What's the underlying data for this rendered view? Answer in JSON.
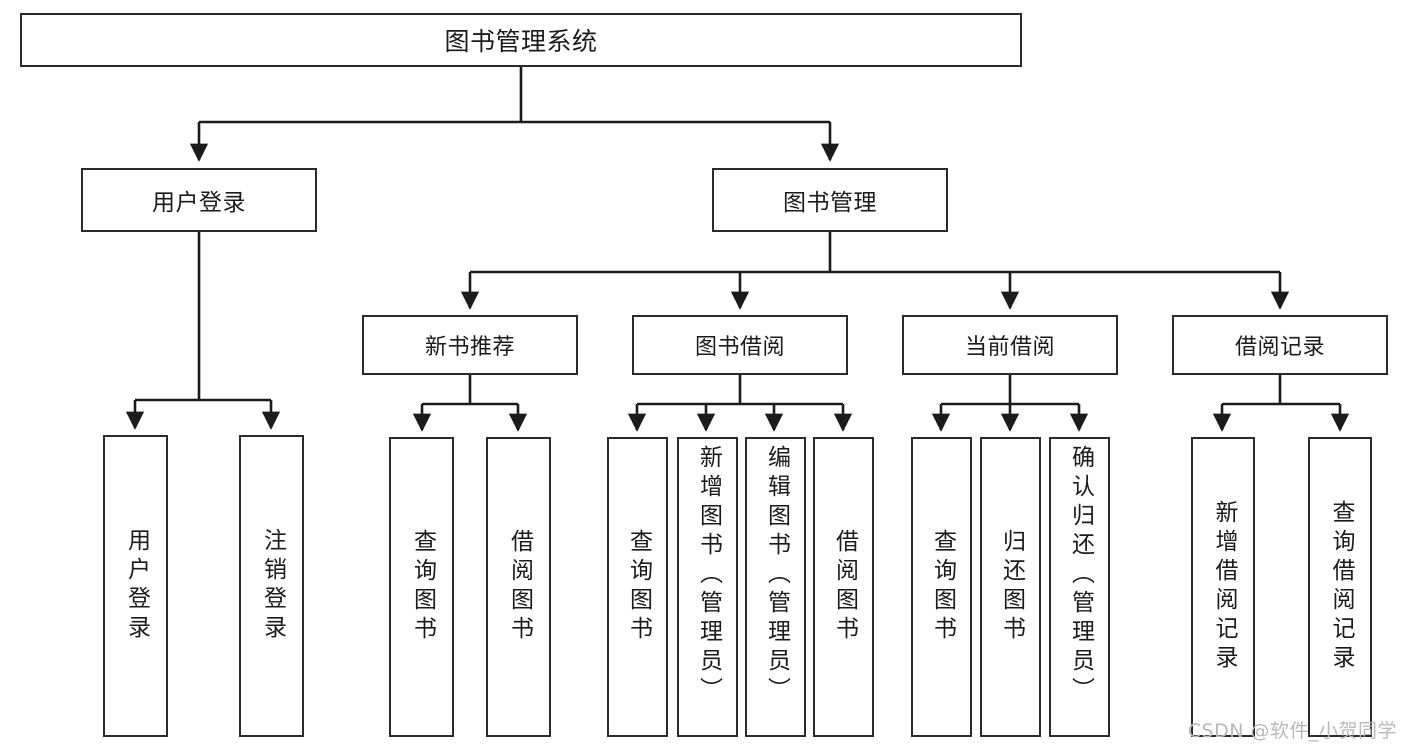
{
  "diagram": {
    "type": "tree-hierarchy",
    "title": "图书管理系统",
    "colors": {
      "box_border": "#2b2b2b",
      "box_fill": "#ffffff",
      "connector": "#1b1b1b",
      "background": "#ffffff",
      "watermark": "#b9b9b9"
    },
    "root": {
      "label": "图书管理系统"
    },
    "level1": [
      {
        "label": "用户登录"
      },
      {
        "label": "图书管理"
      }
    ],
    "level2": [
      {
        "label": "新书推荐"
      },
      {
        "label": "图书借阅"
      },
      {
        "label": "当前借阅"
      },
      {
        "label": "借阅记录"
      }
    ],
    "leaves": {
      "user_login": [
        {
          "label": "用户登录"
        },
        {
          "label": "注销登录"
        }
      ],
      "new_book_recommend": [
        {
          "label": "查询图书"
        },
        {
          "label": "借阅图书"
        }
      ],
      "book_borrow": [
        {
          "label": "查询图书"
        },
        {
          "label": "新增图书（管理员）"
        },
        {
          "label": "编辑图书（管理员）"
        },
        {
          "label": "借阅图书"
        }
      ],
      "current_borrow": [
        {
          "label": "查询图书"
        },
        {
          "label": "归还图书"
        },
        {
          "label": "确认归还（管理员）"
        }
      ],
      "borrow_records": [
        {
          "label": "新增借阅记录"
        },
        {
          "label": "查询借阅记录"
        }
      ]
    }
  },
  "watermark": {
    "text": "CSDN @软件_小贺同学"
  }
}
